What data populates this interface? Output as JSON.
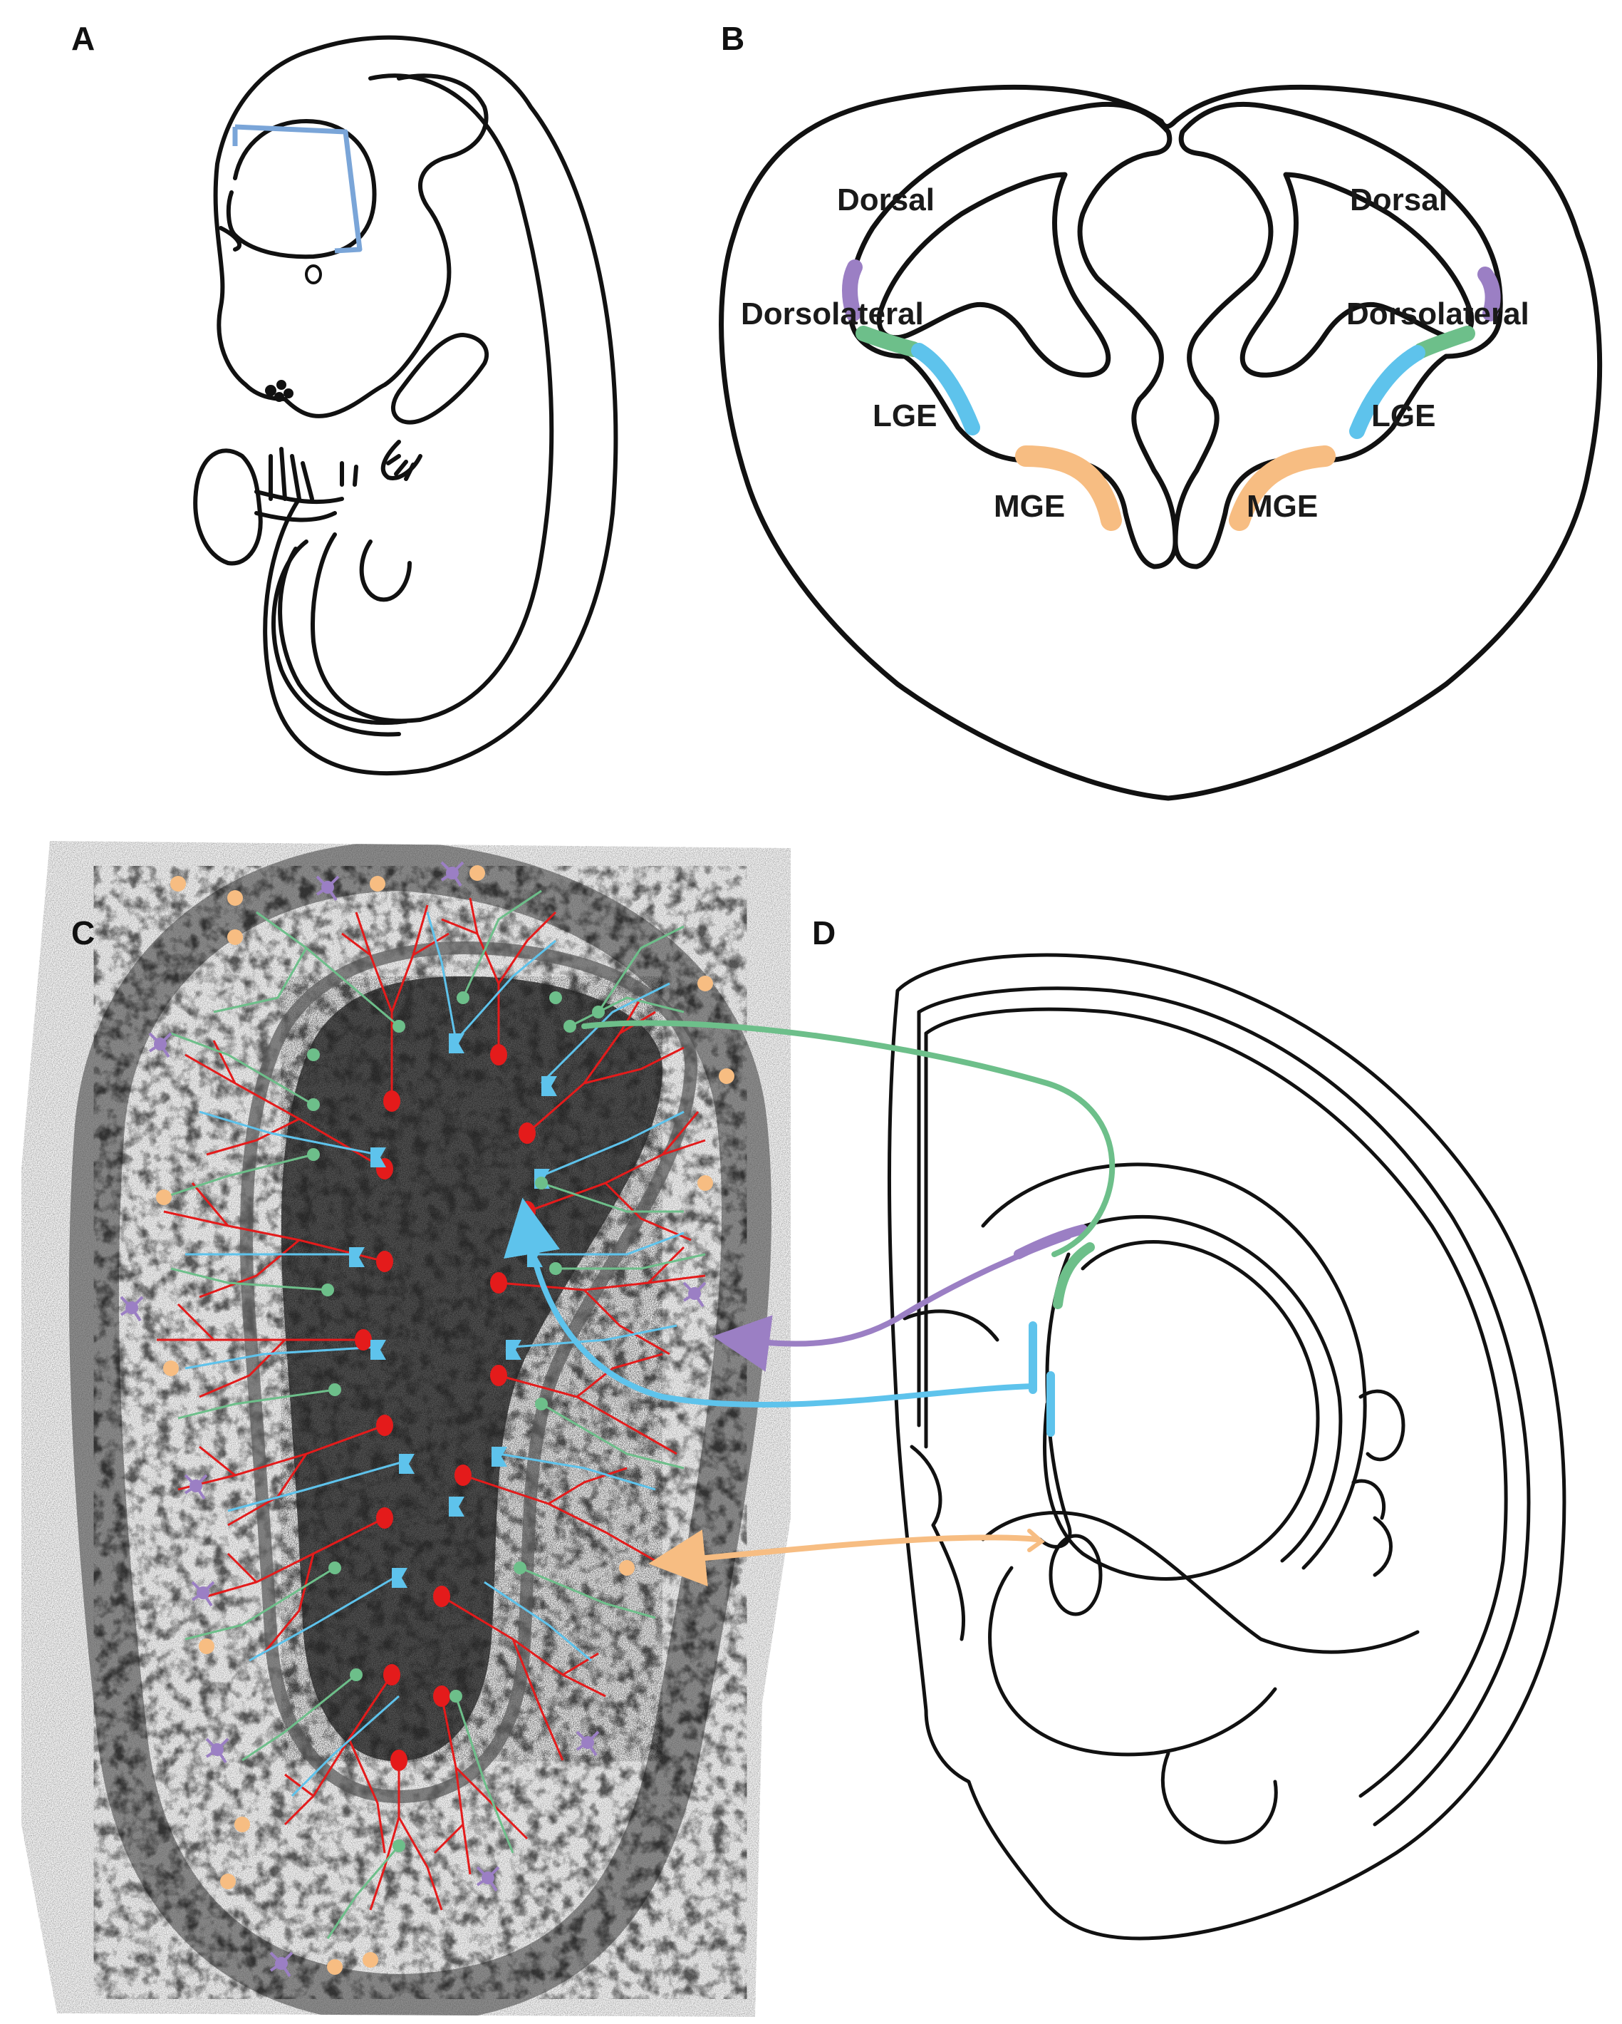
{
  "panels": {
    "a": {
      "letter": "A"
    },
    "b": {
      "letter": "B",
      "labels": {
        "dorsal_left": "Dorsal",
        "dorsal_right": "Dorsal",
        "dorsolateral_left": "Dorsolateral",
        "dorsolateral_right": "Dorsolateral",
        "lge_left": "LGE",
        "lge_right": "LGE",
        "mge_left": "MGE",
        "mge_right": "MGE"
      }
    },
    "c": {
      "letter": "C"
    },
    "d": {
      "letter": "D"
    }
  },
  "colors": {
    "dorsolateral_purple": "#9b7fc4",
    "dorsolateral_green": "#6dbf8a",
    "lge_blue": "#5ec3ec",
    "mge_orange": "#f7bd82",
    "tree_red": "#e41b1b",
    "embryo_box_blue": "#7aa5d8",
    "ink": "#111111"
  }
}
